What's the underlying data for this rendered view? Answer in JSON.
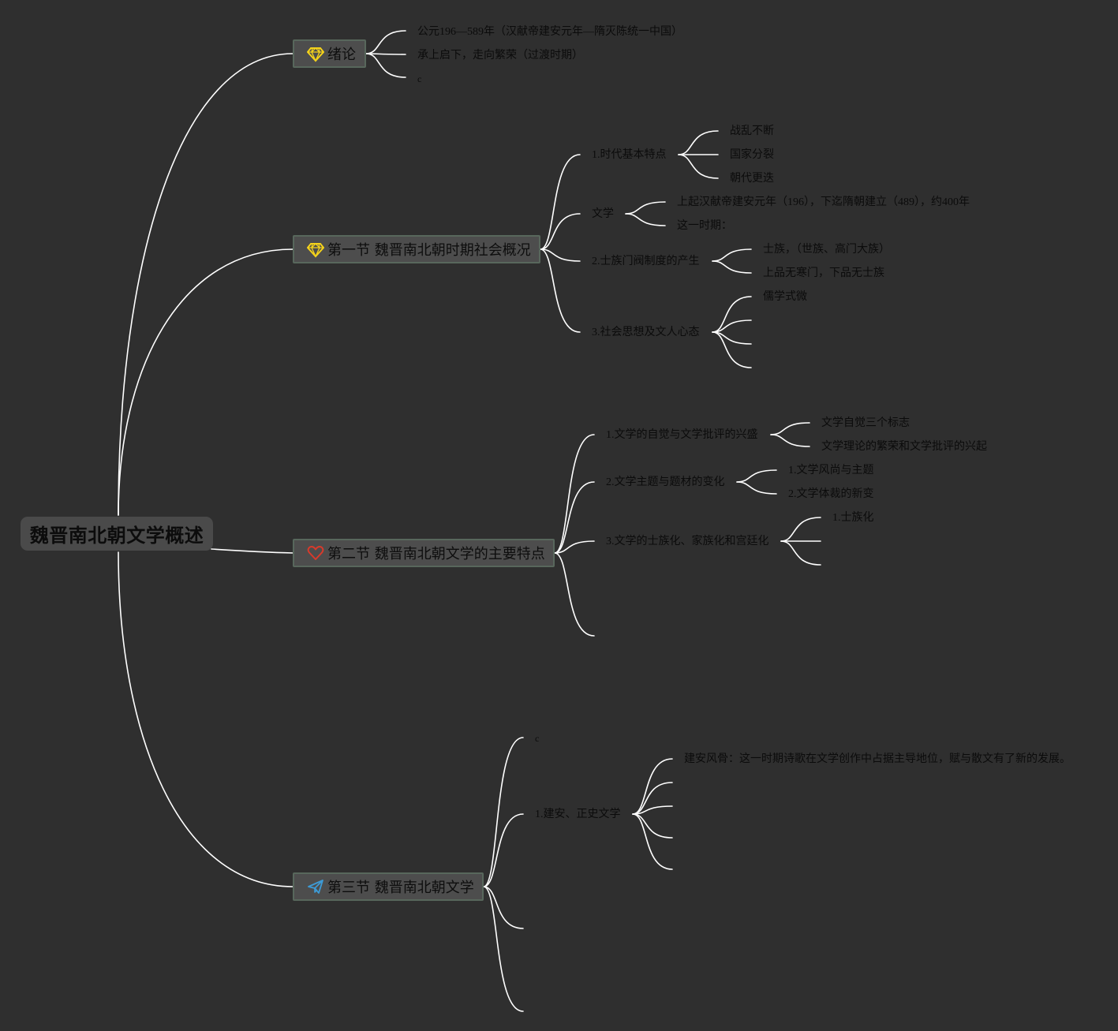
{
  "root": {
    "label": "魏晋南北朝文学概述"
  },
  "sections": {
    "intro": {
      "label": "绪论",
      "icon": "diamond-icon",
      "icon_color": "#f5d31b",
      "items": [
        "公元196—589年（汉献帝建安元年—隋灭陈统一中国）",
        "承上启下，走向繁荣（过渡时期）",
        "c"
      ]
    },
    "s1": {
      "label": "第一节 魏晋南北朝时期社会概况",
      "icon": "diamond-icon",
      "icon_color": "#f5d31b",
      "topics": {
        "t1": {
          "label": "1.时代基本特点",
          "children": [
            "战乱不断",
            "国家分裂",
            "朝代更迭"
          ]
        },
        "t2": {
          "label": "文学",
          "children": [
            "上起汉献帝建安元年（196），下迄隋朝建立（489），约400年",
            "这一时期："
          ]
        },
        "t3": {
          "label": "2.士族门阀制度的产生",
          "children": [
            "士族，（世族、高门大族）",
            "上品无寒门，下品无士族"
          ]
        },
        "t4": {
          "label": "3.社会思想及文人心态",
          "children": [
            "儒学式微"
          ]
        }
      }
    },
    "s2": {
      "label": "第二节 魏晋南北朝文学的主要特点",
      "icon": "heart-icon",
      "icon_color": "#d93a2b",
      "topics": {
        "t1": {
          "label": "1.文学的自觉与文学批评的兴盛",
          "children": [
            "文学自觉三个标志",
            "文学理论的繁荣和文学批评的兴起"
          ]
        },
        "t2": {
          "label": "2.文学主题与题材的变化",
          "children": [
            "1.文学风尚与主题",
            "2.文学体裁的新变"
          ]
        },
        "t3": {
          "label": "3.文学的士族化、家族化和宫廷化",
          "children": [
            "1.士族化"
          ]
        }
      }
    },
    "s3": {
      "label": "第三节 魏晋南北朝文学",
      "icon": "paper-plane-icon",
      "icon_color": "#3d9bd6",
      "topics": {
        "t0": {
          "label": "c"
        },
        "t1": {
          "label": "1.建安、正史文学",
          "children": [
            "建安风骨：这一时期诗歌在文学创作中占据主导地位，赋与散文有了新的发展。"
          ]
        }
      }
    }
  },
  "colors": {
    "background": "#2f2f2f",
    "connector": "#ffffff",
    "text": "#0b0b0b",
    "node_fill": "#4d4d4d",
    "node_border": "#58675c"
  }
}
